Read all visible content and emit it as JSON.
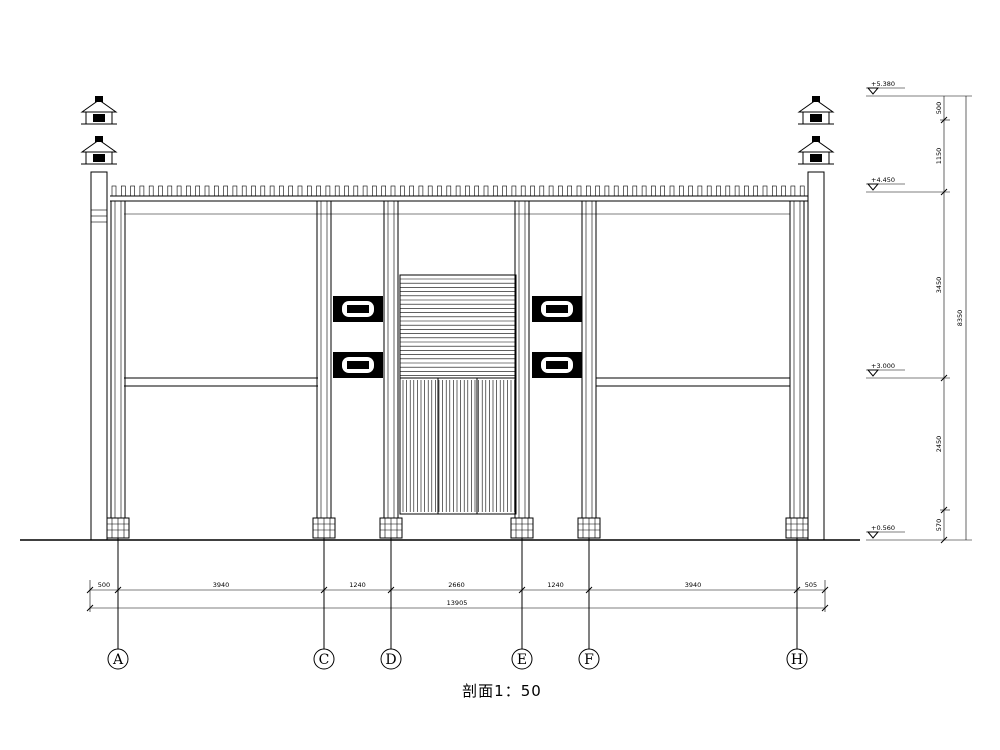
{
  "title": "剖面1：50",
  "axes": [
    "A",
    "C",
    "D",
    "E",
    "F",
    "H"
  ],
  "horizontal_dims": [
    "500",
    "3940",
    "1240",
    "2660",
    "1240",
    "3940",
    "505"
  ],
  "total_dim": "13905",
  "elevations": [
    "+5.380",
    "+4.450",
    "+3.000",
    "+0.560"
  ],
  "vertical_dims": [
    "500",
    "1150",
    "3450",
    "2450",
    "570"
  ],
  "vertical_total": "8350"
}
